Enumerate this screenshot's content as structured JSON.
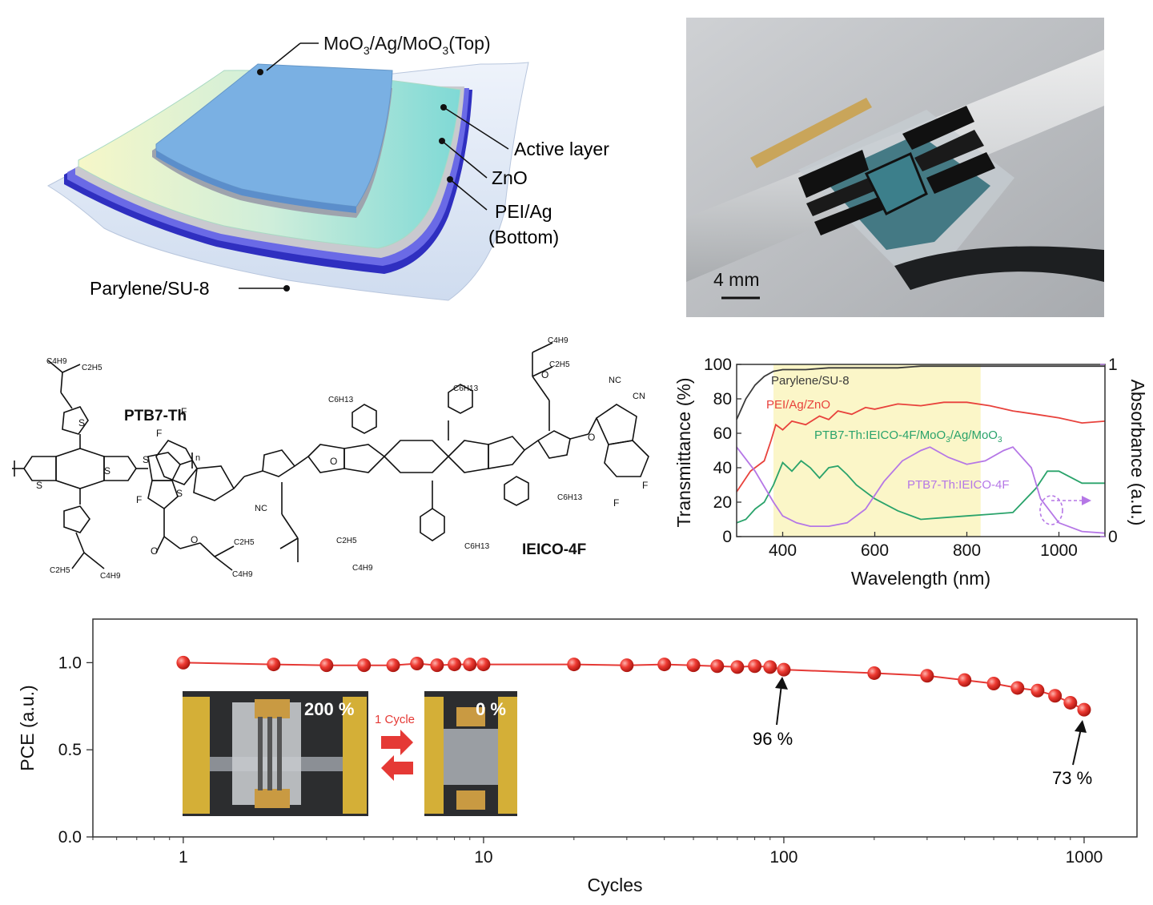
{
  "device": {
    "labels": {
      "top": "MoO3/Ag/MoO3(Top)",
      "active": "Active layer",
      "zno": "ZnO",
      "bottom1": "PEI/Ag",
      "bottom2": "(Bottom)",
      "substrate": "Parylene/SU-8"
    }
  },
  "photo": {
    "scale_label": "4 mm"
  },
  "chemistry": {
    "polymer_name": "PTB7-Th",
    "acceptor_name": "IEICO-4F"
  },
  "colors": {
    "black_series": "#3a3a3a",
    "red_series": "#e8423c",
    "green_series": "#2aa36b",
    "purple_series": "#b577e6",
    "highlight": "#fbf6c8",
    "pce_line": "#e53935"
  },
  "chart_data": [
    {
      "type": "line",
      "xlabel": "Wavelength (nm)",
      "ylabel": "Transmittance (%)",
      "y2label": "Absorbance (a.u.)",
      "xlim": [
        300,
        1100
      ],
      "ylim": [
        0,
        100
      ],
      "y2lim": [
        0,
        1
      ],
      "xticks": [
        400,
        600,
        800,
        1000
      ],
      "yticks": [
        0,
        20,
        40,
        60,
        80,
        100
      ],
      "y2ticks": [
        0,
        1
      ],
      "highlight_range": [
        380,
        830
      ],
      "series": [
        {
          "name": "Parylene/SU-8",
          "axis": "left",
          "x": [
            300,
            320,
            340,
            360,
            380,
            400,
            450,
            500,
            550,
            600,
            650,
            700,
            750,
            800,
            850,
            900,
            950,
            1000,
            1050,
            1100
          ],
          "y": [
            68,
            80,
            88,
            93,
            96,
            97,
            97,
            98,
            98,
            98,
            98,
            99,
            99,
            99,
            99,
            99,
            99,
            99,
            99,
            99
          ]
        },
        {
          "name": "PEI/Ag/ZnO",
          "axis": "left",
          "x": [
            300,
            330,
            360,
            375,
            385,
            400,
            420,
            450,
            480,
            500,
            520,
            550,
            580,
            600,
            650,
            700,
            750,
            800,
            850,
            900,
            950,
            1000,
            1050,
            1100
          ],
          "y": [
            26,
            38,
            44,
            56,
            65,
            62,
            67,
            65,
            70,
            68,
            73,
            71,
            75,
            74,
            77,
            76,
            78,
            78,
            76,
            73,
            71,
            69,
            66,
            67
          ]
        },
        {
          "name": "PTB7-Th:IEICO-4F/MoO3/Ag/MoO3",
          "axis": "left",
          "x": [
            300,
            320,
            340,
            360,
            380,
            400,
            420,
            440,
            460,
            480,
            500,
            520,
            540,
            560,
            600,
            650,
            700,
            750,
            800,
            850,
            900,
            950,
            975,
            1000,
            1050,
            1100
          ],
          "y": [
            8,
            10,
            16,
            20,
            30,
            43,
            38,
            44,
            40,
            34,
            40,
            41,
            36,
            30,
            22,
            15,
            10,
            11,
            12,
            13,
            14,
            28,
            38,
            38,
            31,
            31
          ]
        },
        {
          "name": "PTB7-Th:IEICO-4F",
          "axis": "right",
          "x": [
            300,
            340,
            380,
            400,
            430,
            460,
            500,
            540,
            580,
            620,
            660,
            700,
            720,
            760,
            800,
            840,
            880,
            900,
            940,
            960,
            1000,
            1050,
            1100
          ],
          "y": [
            0.52,
            0.38,
            0.2,
            0.12,
            0.08,
            0.06,
            0.06,
            0.08,
            0.16,
            0.32,
            0.44,
            0.5,
            0.52,
            0.46,
            0.42,
            0.44,
            0.5,
            0.52,
            0.4,
            0.22,
            0.08,
            0.03,
            0.02
          ]
        }
      ],
      "annotations": [
        "Parylene/SU-8",
        "PEI/Ag/ZnO",
        "PTB7-Th:IEICO-4F/MoO3/Ag/MoO3",
        "PTB7-Th:IEICO-4F"
      ]
    },
    {
      "type": "scatter",
      "xlabel": "Cycles",
      "ylabel": "PCE (a.u.)",
      "xscale": "log",
      "xlim": [
        0.5,
        1500
      ],
      "ylim": [
        0,
        1.25
      ],
      "xticks": [
        1,
        10,
        100,
        1000
      ],
      "yticks": [
        0.0,
        0.5,
        1.0
      ],
      "series": [
        {
          "x": [
            1,
            2,
            3,
            4,
            5,
            6,
            7,
            8,
            9,
            10,
            20,
            30,
            40,
            50,
            60,
            70,
            80,
            90,
            100,
            200,
            300,
            400,
            500,
            600,
            700,
            800,
            900,
            1000
          ],
          "y": [
            1.0,
            0.99,
            0.985,
            0.985,
            0.985,
            0.995,
            0.985,
            0.99,
            0.99,
            0.99,
            0.99,
            0.985,
            0.99,
            0.985,
            0.98,
            0.975,
            0.98,
            0.975,
            0.96,
            0.94,
            0.925,
            0.9,
            0.88,
            0.855,
            0.84,
            0.81,
            0.77,
            0.73
          ]
        }
      ],
      "annotations": [
        {
          "text": "96 %",
          "x": 100,
          "y": 0.96
        },
        {
          "text": "73 %",
          "x": 1000,
          "y": 0.73
        }
      ],
      "inset": {
        "left_label": "200 %",
        "cycle_label": "1 Cycle",
        "right_label": "0 %"
      }
    }
  ]
}
